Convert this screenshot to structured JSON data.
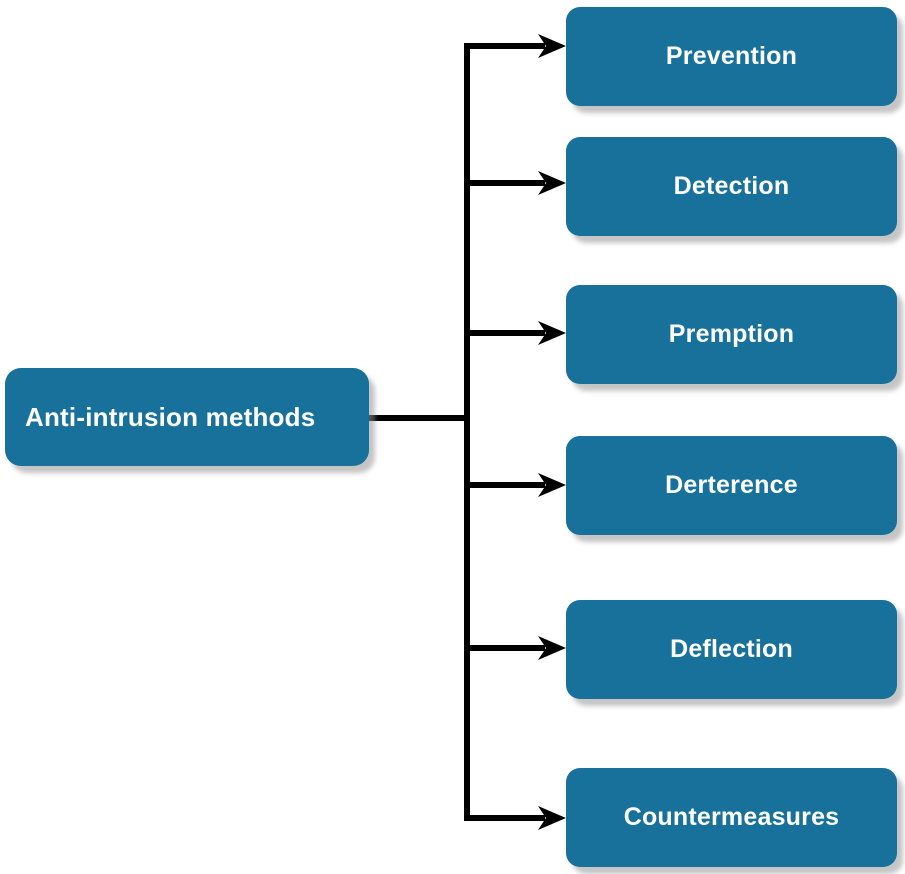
{
  "diagram": {
    "type": "tree-diagram",
    "orientation": "left-to-right",
    "background_color": "#ffffff",
    "node_fill_color": "#17719a",
    "node_text_color": "#ffffff",
    "connector_color": "#000000",
    "root": {
      "label": "Anti-intrusion methods"
    },
    "branches": [
      {
        "label": "Prevention"
      },
      {
        "label": "Detection"
      },
      {
        "label": "Premption"
      },
      {
        "label": "Derterence"
      },
      {
        "label": "Deflection"
      },
      {
        "label": "Countermeasures"
      }
    ]
  }
}
